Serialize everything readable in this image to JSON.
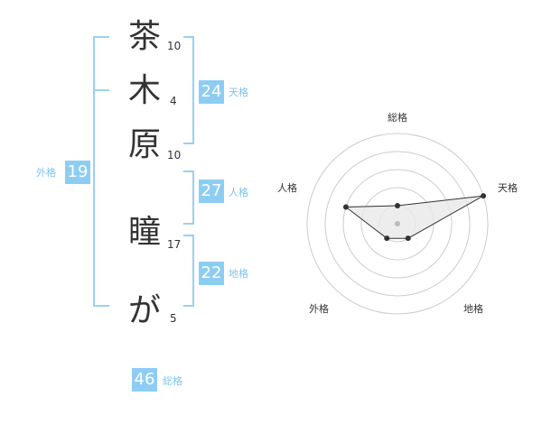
{
  "characters": [
    {
      "char": "茶",
      "strokes": "10"
    },
    {
      "char": "木",
      "strokes": "4"
    },
    {
      "char": "原",
      "strokes": "10"
    },
    {
      "char": "瞳",
      "strokes": "17"
    },
    {
      "char": "が",
      "strokes": "5"
    }
  ],
  "kakusu": {
    "tenkaku": {
      "value": "24",
      "label": "天格"
    },
    "jinkaku": {
      "value": "27",
      "label": "人格"
    },
    "chikaku": {
      "value": "22",
      "label": "地格"
    },
    "gaikaku": {
      "value": "19",
      "label": "外格"
    },
    "soukaku": {
      "value": "46",
      "label": "総格"
    }
  },
  "radar": {
    "axes": [
      "総格",
      "天格",
      "地格",
      "外格",
      "人格"
    ],
    "values": [
      1,
      5,
      1,
      1,
      3
    ],
    "max": 5,
    "rings": 5,
    "colors": {
      "ring": "#cccccc",
      "fill": "#e8e8e8",
      "line": "#333333",
      "point": "#333333",
      "center": "#bbbbbb"
    }
  }
}
